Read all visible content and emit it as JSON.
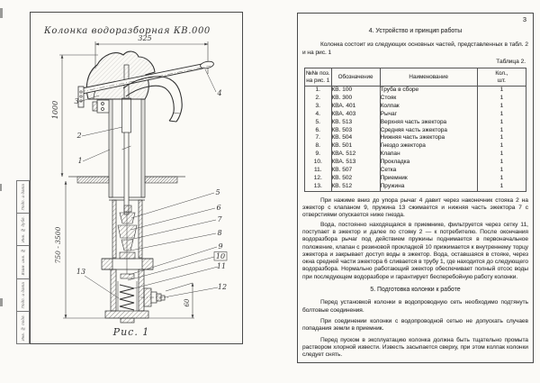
{
  "colors": {
    "paper": "#fbfaf6",
    "ink": "#3c3c3c",
    "frame_line": "#4a4a4a"
  },
  "left_page": {
    "title": "Колонка  водоразборная  КВ.000",
    "fig_caption": "Рис. 1",
    "dims": {
      "width": "325",
      "h1": "1000",
      "h2": "750 - 3500",
      "outlet": "60"
    },
    "callouts": [
      "1",
      "2",
      "3",
      "4",
      "5",
      "6",
      "7",
      "8",
      "9",
      "10",
      "11",
      "12",
      "13"
    ],
    "margin_labels": [
      "Подп. и дата",
      "Инв. № дубл.",
      "Взам. инв. №",
      "Подп. и дата",
      "Инв. № подл."
    ]
  },
  "right_page": {
    "page_number": "3",
    "section4_heading": "4. Устройство и принцип работы",
    "intro": "Колонка состоит из следующих основных частей, представленных в табл. 2 и на рис. 1",
    "table_label": "Таблица 2.",
    "table": {
      "headers": {
        "pos": "№№ поз.\nна рис. 1",
        "code": "Обозначение",
        "name": "Наименование",
        "qty": "Кол.,\nшт."
      },
      "rows": [
        {
          "pos": "1.",
          "code": "КВ. 100",
          "name": "Труба в сборе",
          "qty": "1"
        },
        {
          "pos": "2.",
          "code": "КВ. 300",
          "name": "Стояк",
          "qty": "1"
        },
        {
          "pos": "3.",
          "code": "КВА. 401",
          "name": "Колпак",
          "qty": "1"
        },
        {
          "pos": "4.",
          "code": "КВА. 403",
          "name": "Рычаг",
          "qty": "1"
        },
        {
          "pos": "5.",
          "code": "КВ. 513",
          "name": "Верхняя часть эжектора",
          "qty": "1"
        },
        {
          "pos": "6.",
          "code": "КВ. 503",
          "name": "Средняя часть эжектора",
          "qty": "1"
        },
        {
          "pos": "7.",
          "code": "КВ. 504",
          "name": "Нижняя часть эжектора",
          "qty": "1"
        },
        {
          "pos": "8.",
          "code": "КВ. 501",
          "name": "Гнездо эжектора",
          "qty": "1"
        },
        {
          "pos": "9.",
          "code": "КВА. 512",
          "name": "Клапан",
          "qty": "1"
        },
        {
          "pos": "10.",
          "code": "КВА. 513",
          "name": "Прокладка",
          "qty": "1"
        },
        {
          "pos": "11.",
          "code": "КВ. 507",
          "name": "Сетка",
          "qty": "1"
        },
        {
          "pos": "12.",
          "code": "КВ. 502",
          "name": "Приемник",
          "qty": "1"
        },
        {
          "pos": "13.",
          "code": "КВ. 512",
          "name": "Пружина",
          "qty": "1"
        }
      ]
    },
    "paragraphs": {
      "p1": "При нажиме вниз до упора рычаг 4 давит через наконечник стояка 2 на эжектор с клапаном 9, пружина 13 сжимается и нижняя часть эжектора 7 с отверстиями опускается ниже гнезда.",
      "p2": "Вода, постоянно находящаяся в приемнике, фильтруется через сетку 11, поступает в эжектор и далее по стояку 2 — к потребителю. После окончания водоразбора рычаг под действием пружины поднимается в первоначальное положение, клапан с резиновой прокладкой 10 прижимается к внутреннему торцу эжектора и закрывает доступ воды в эжектор. Вода, оставшаяся в стояке, через окна средней части эжектора 6 сливается в трубу 1, где находится до следующего водоразбора. Нормально работающий эжектор обеспечивает полный отсос воды при последующем водоразборе и гарантирует бесперебойную работу колонки."
    },
    "section5_heading": "5. Подготовка колонки к работе",
    "section5_paragraphs": {
      "p1": "Перед установкой колонки в водопроводную сеть необходимо подтянуть болтовые соединения.",
      "p2": "При соединении колонки с водопроводной сетью не допускать случаев попадания земли в приемник.",
      "p3": "Перед пуском в эксплуатацию колонка должна быть тщательно промыта раствором хлорной извести. Известь засыпается сверху, при этом колпак колонки следует снять."
    }
  }
}
